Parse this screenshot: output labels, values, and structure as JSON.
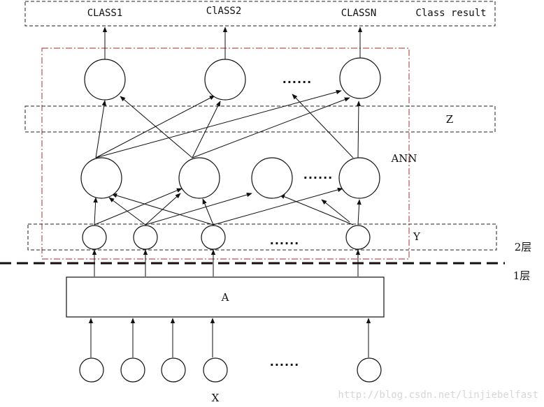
{
  "class_result": {
    "class1": "CLASS1",
    "class2": "ClASS2",
    "classn": "CLASSN",
    "caption": "Class result"
  },
  "layers": {
    "z_label": "Z",
    "ann_label": "ANN",
    "y_label": "Y",
    "a_label": "A",
    "x_label": "X",
    "layer2": "2层",
    "layer1": "1层"
  },
  "ellipsis": "......",
  "watermark": "http://blog.csdn.net/linjiebelfast"
}
